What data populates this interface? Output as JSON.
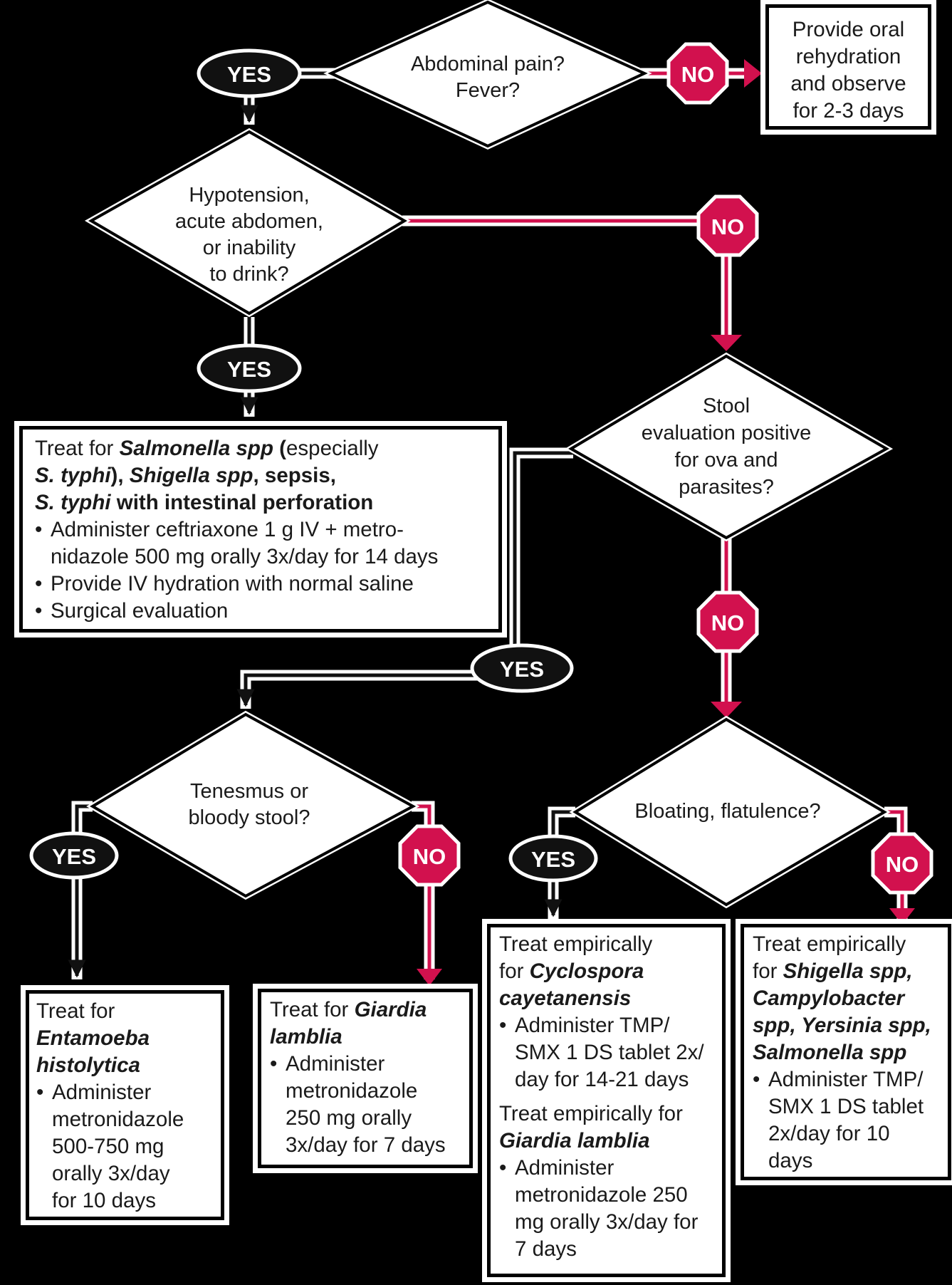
{
  "colors": {
    "no": "#d2114e",
    "yes": "#111111",
    "background": "#000000",
    "box": "#ffffff"
  },
  "decisions": {
    "d1": {
      "line1": "Abdominal pain?",
      "line2": "Fever?"
    },
    "d2": {
      "line1": "Hypotension,",
      "line2": "acute abdomen,",
      "line3": "or inability",
      "line4": "to drink?"
    },
    "d3": {
      "line1": "Stool",
      "line2": "evaluation positive",
      "line3": "for ova and",
      "line4": "parasites?"
    },
    "d4": {
      "line1": "Tenesmus or",
      "line2": "bloody stool?"
    },
    "d5": {
      "line1": "Bloating, flatulence?"
    }
  },
  "badges": {
    "yes": "YES",
    "no": "NO"
  },
  "outcomes": {
    "oral_rehydration": {
      "line1": "Provide oral",
      "line2": "rehydration",
      "line3": "and observe",
      "line4": "for 2-3 days"
    },
    "salmonella": {
      "t1": "Treat for ",
      "t2": "Salmonella spp",
      "t3": " (",
      "t4": "especially",
      "t5": "S. typhi",
      "t6": "), ",
      "t7": "Shigella spp",
      "t8": ", sepsis,",
      "t9": "S. typhi",
      "t10": " with intestinal perforation",
      "b1a": "Administer ceftriaxone 1 g IV + metro-",
      "b1b": "nidazole 500 mg orally 3x/day for 14 days",
      "b2": "Provide IV hydration with normal saline",
      "b3": "Surgical evaluation"
    },
    "entamoeba": {
      "t1": "Treat for",
      "t2": "Entamoeba",
      "t3": "histolytica",
      "b1a": "Administer",
      "b1b": "metronidazole",
      "b1c": "500-750 mg",
      "b1d": "orally 3x/day",
      "b1e": "for 10 days"
    },
    "giardia": {
      "t1": "Treat for ",
      "t2": "Giardia",
      "t3": "lamblia",
      "b1a": "Administer",
      "b1b": "metronidazole",
      "b1c": "250 mg orally",
      "b1d": "3x/day for 7 days"
    },
    "cyclospora": {
      "t1": "Treat empirically",
      "t2": "for ",
      "t3": "Cyclospora",
      "t4": "cayetanensis",
      "b1a": "Administer TMP/",
      "b1b": "SMX 1 DS tablet 2x/",
      "b1c": "day for 14-21 days",
      "t5": "Treat empirically for",
      "t6": "Giardia lamblia",
      "b2a": "Administer",
      "b2b": "metronidazole 250",
      "b2c": "mg orally 3x/day for",
      "b2d": "7 days"
    },
    "shigella": {
      "t1": "Treat empirically",
      "t2": "for ",
      "t3": "Shigella spp,",
      "t4": "Campylobacter",
      "t5": "spp, Yersinia spp,",
      "t6": "Salmonella spp",
      "b1a": "Administer TMP/",
      "b1b": "SMX 1 DS tablet",
      "b1c": "2x/day for 10",
      "b1d": "days"
    }
  }
}
